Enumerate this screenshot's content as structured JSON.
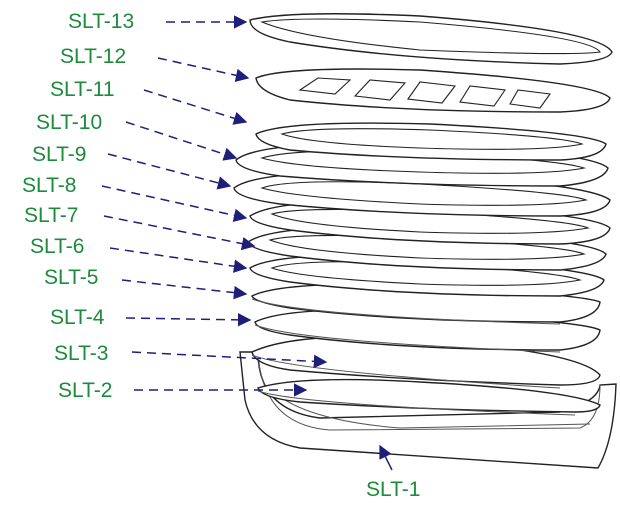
{
  "labels": {
    "slt13": "SLT-13",
    "slt12": "SLT-12",
    "slt11": "SLT-11",
    "slt10": "SLT-10",
    "slt9": "SLT-9",
    "slt8": "SLT-8",
    "slt7": "SLT-7",
    "slt6": "SLT-6",
    "slt5": "SLT-5",
    "slt4": "SLT-4",
    "slt3": "SLT-3",
    "slt2": "SLT-2",
    "slt1": "SLT-1"
  },
  "colors": {
    "label": "#1e8a3c",
    "arrow": "#1f1f7a",
    "line": "#222222"
  }
}
